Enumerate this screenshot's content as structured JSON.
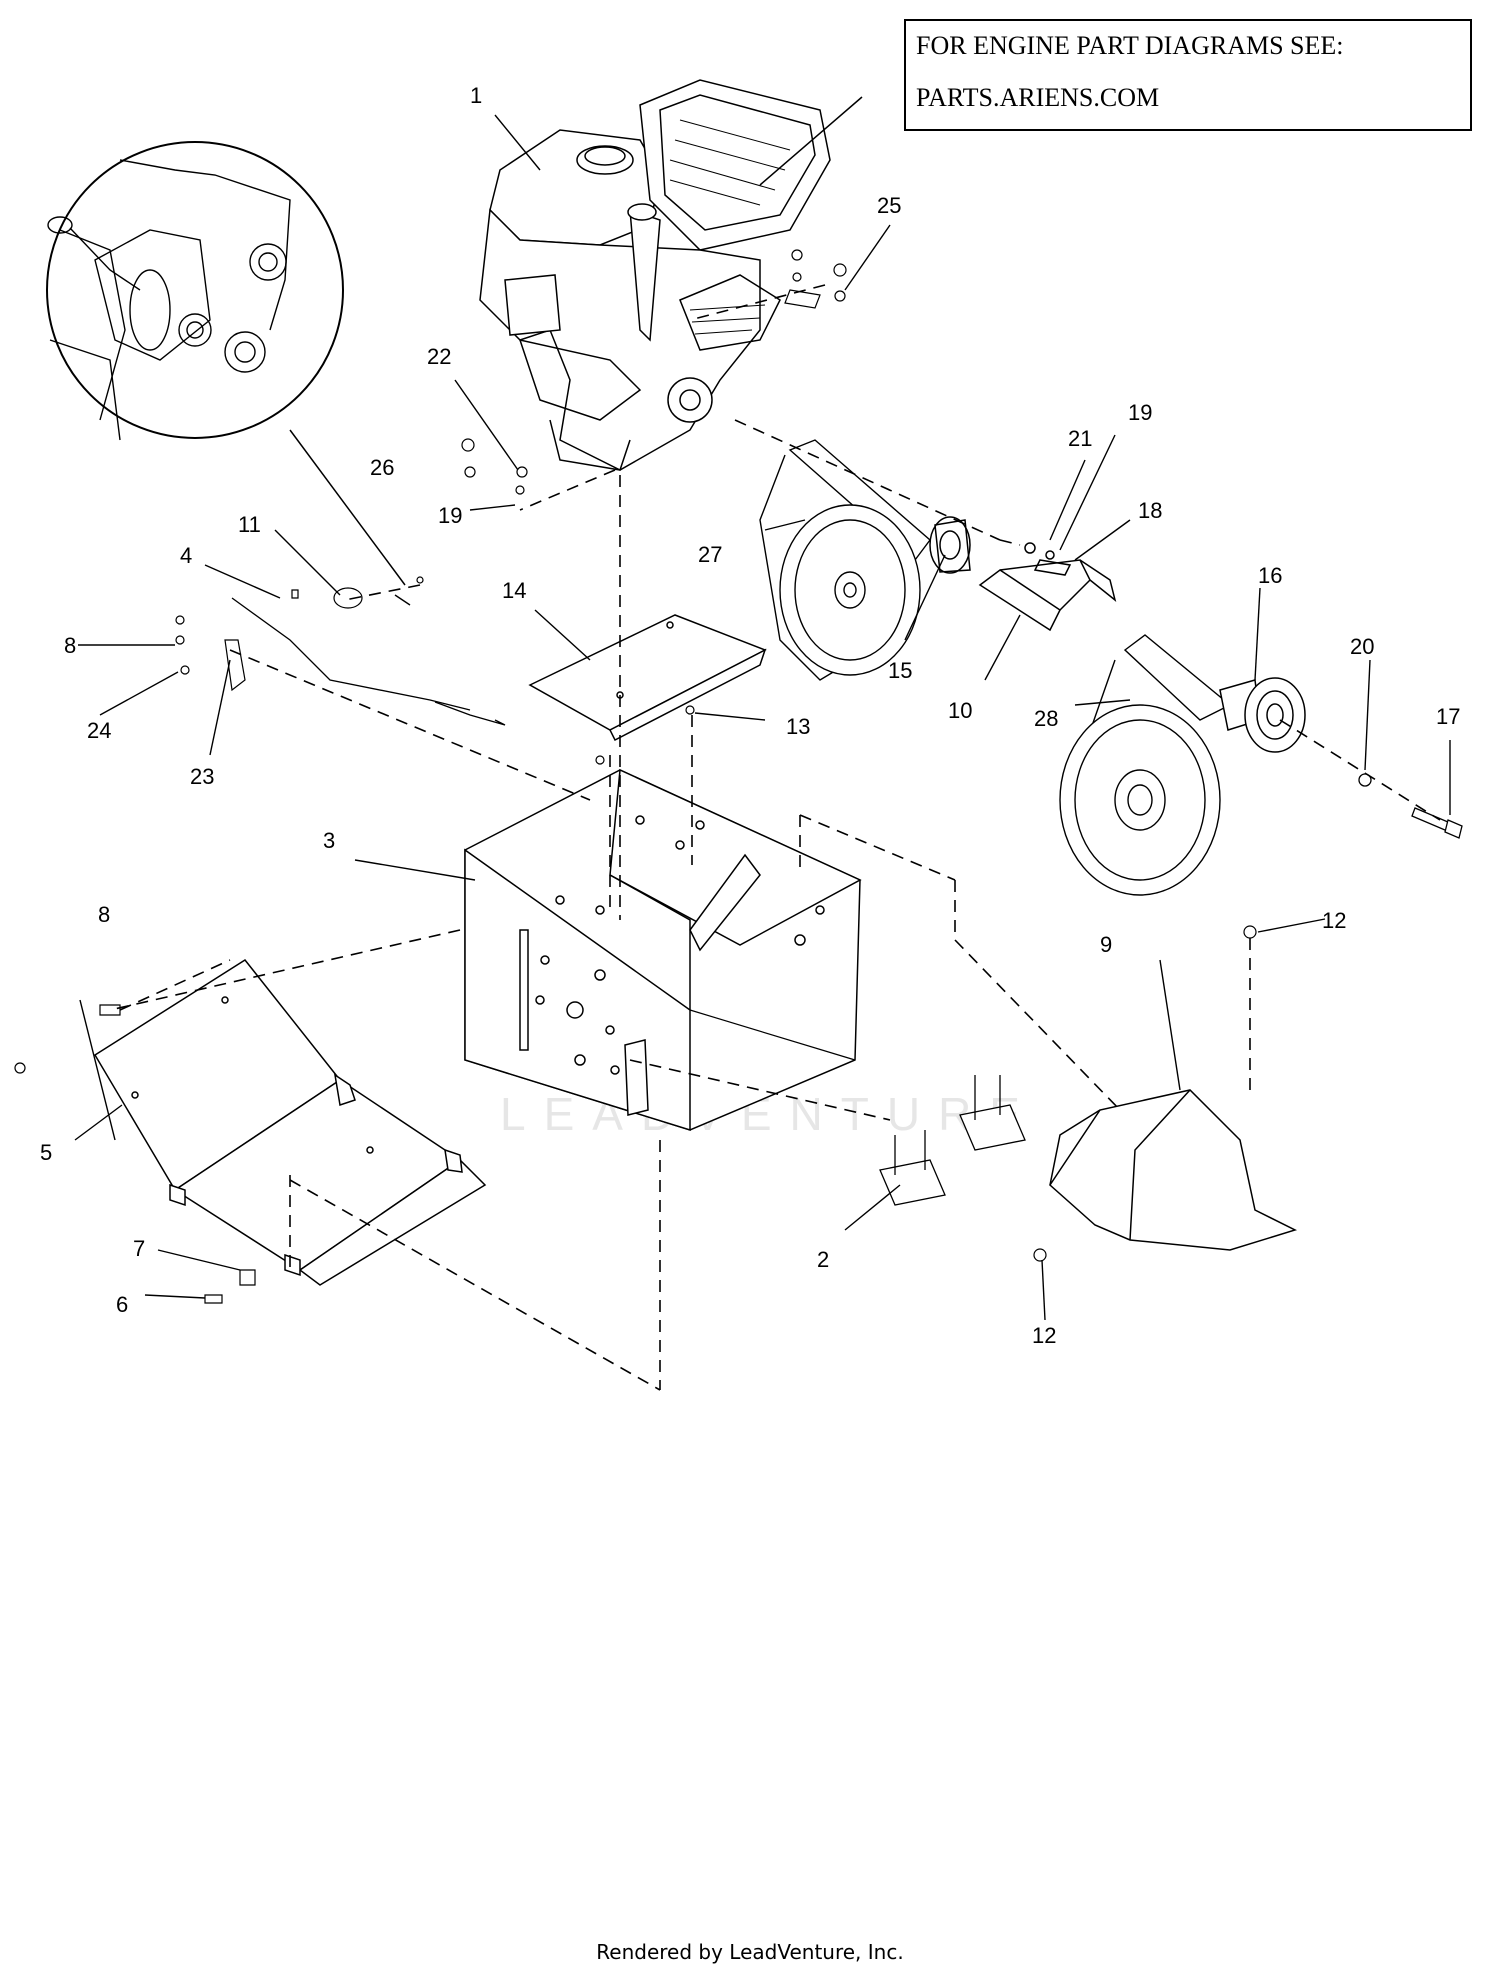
{
  "note": {
    "line1": "FOR ENGINE PART DIAGRAMS SEE:",
    "line2": "PARTS.ARIENS.COM"
  },
  "watermark": "LEADVENTURE",
  "footer": "Rendered by LeadVenture, Inc.",
  "callouts": {
    "c1": "1",
    "c2": "2",
    "c3": "3",
    "c4": "4",
    "c5": "5",
    "c6": "6",
    "c7": "7",
    "c8a": "8",
    "c8b": "8",
    "c9": "9",
    "c10": "10",
    "c11": "11",
    "c12a": "12",
    "c12b": "12",
    "c13": "13",
    "c14": "14",
    "c15": "15",
    "c16": "16",
    "c17": "17",
    "c18": "18",
    "c19a": "19",
    "c19b": "19",
    "c20": "20",
    "c21": "21",
    "c22": "22",
    "c23": "23",
    "c24": "24",
    "c25": "25",
    "c26": "26",
    "c27": "27",
    "c28": "28"
  }
}
